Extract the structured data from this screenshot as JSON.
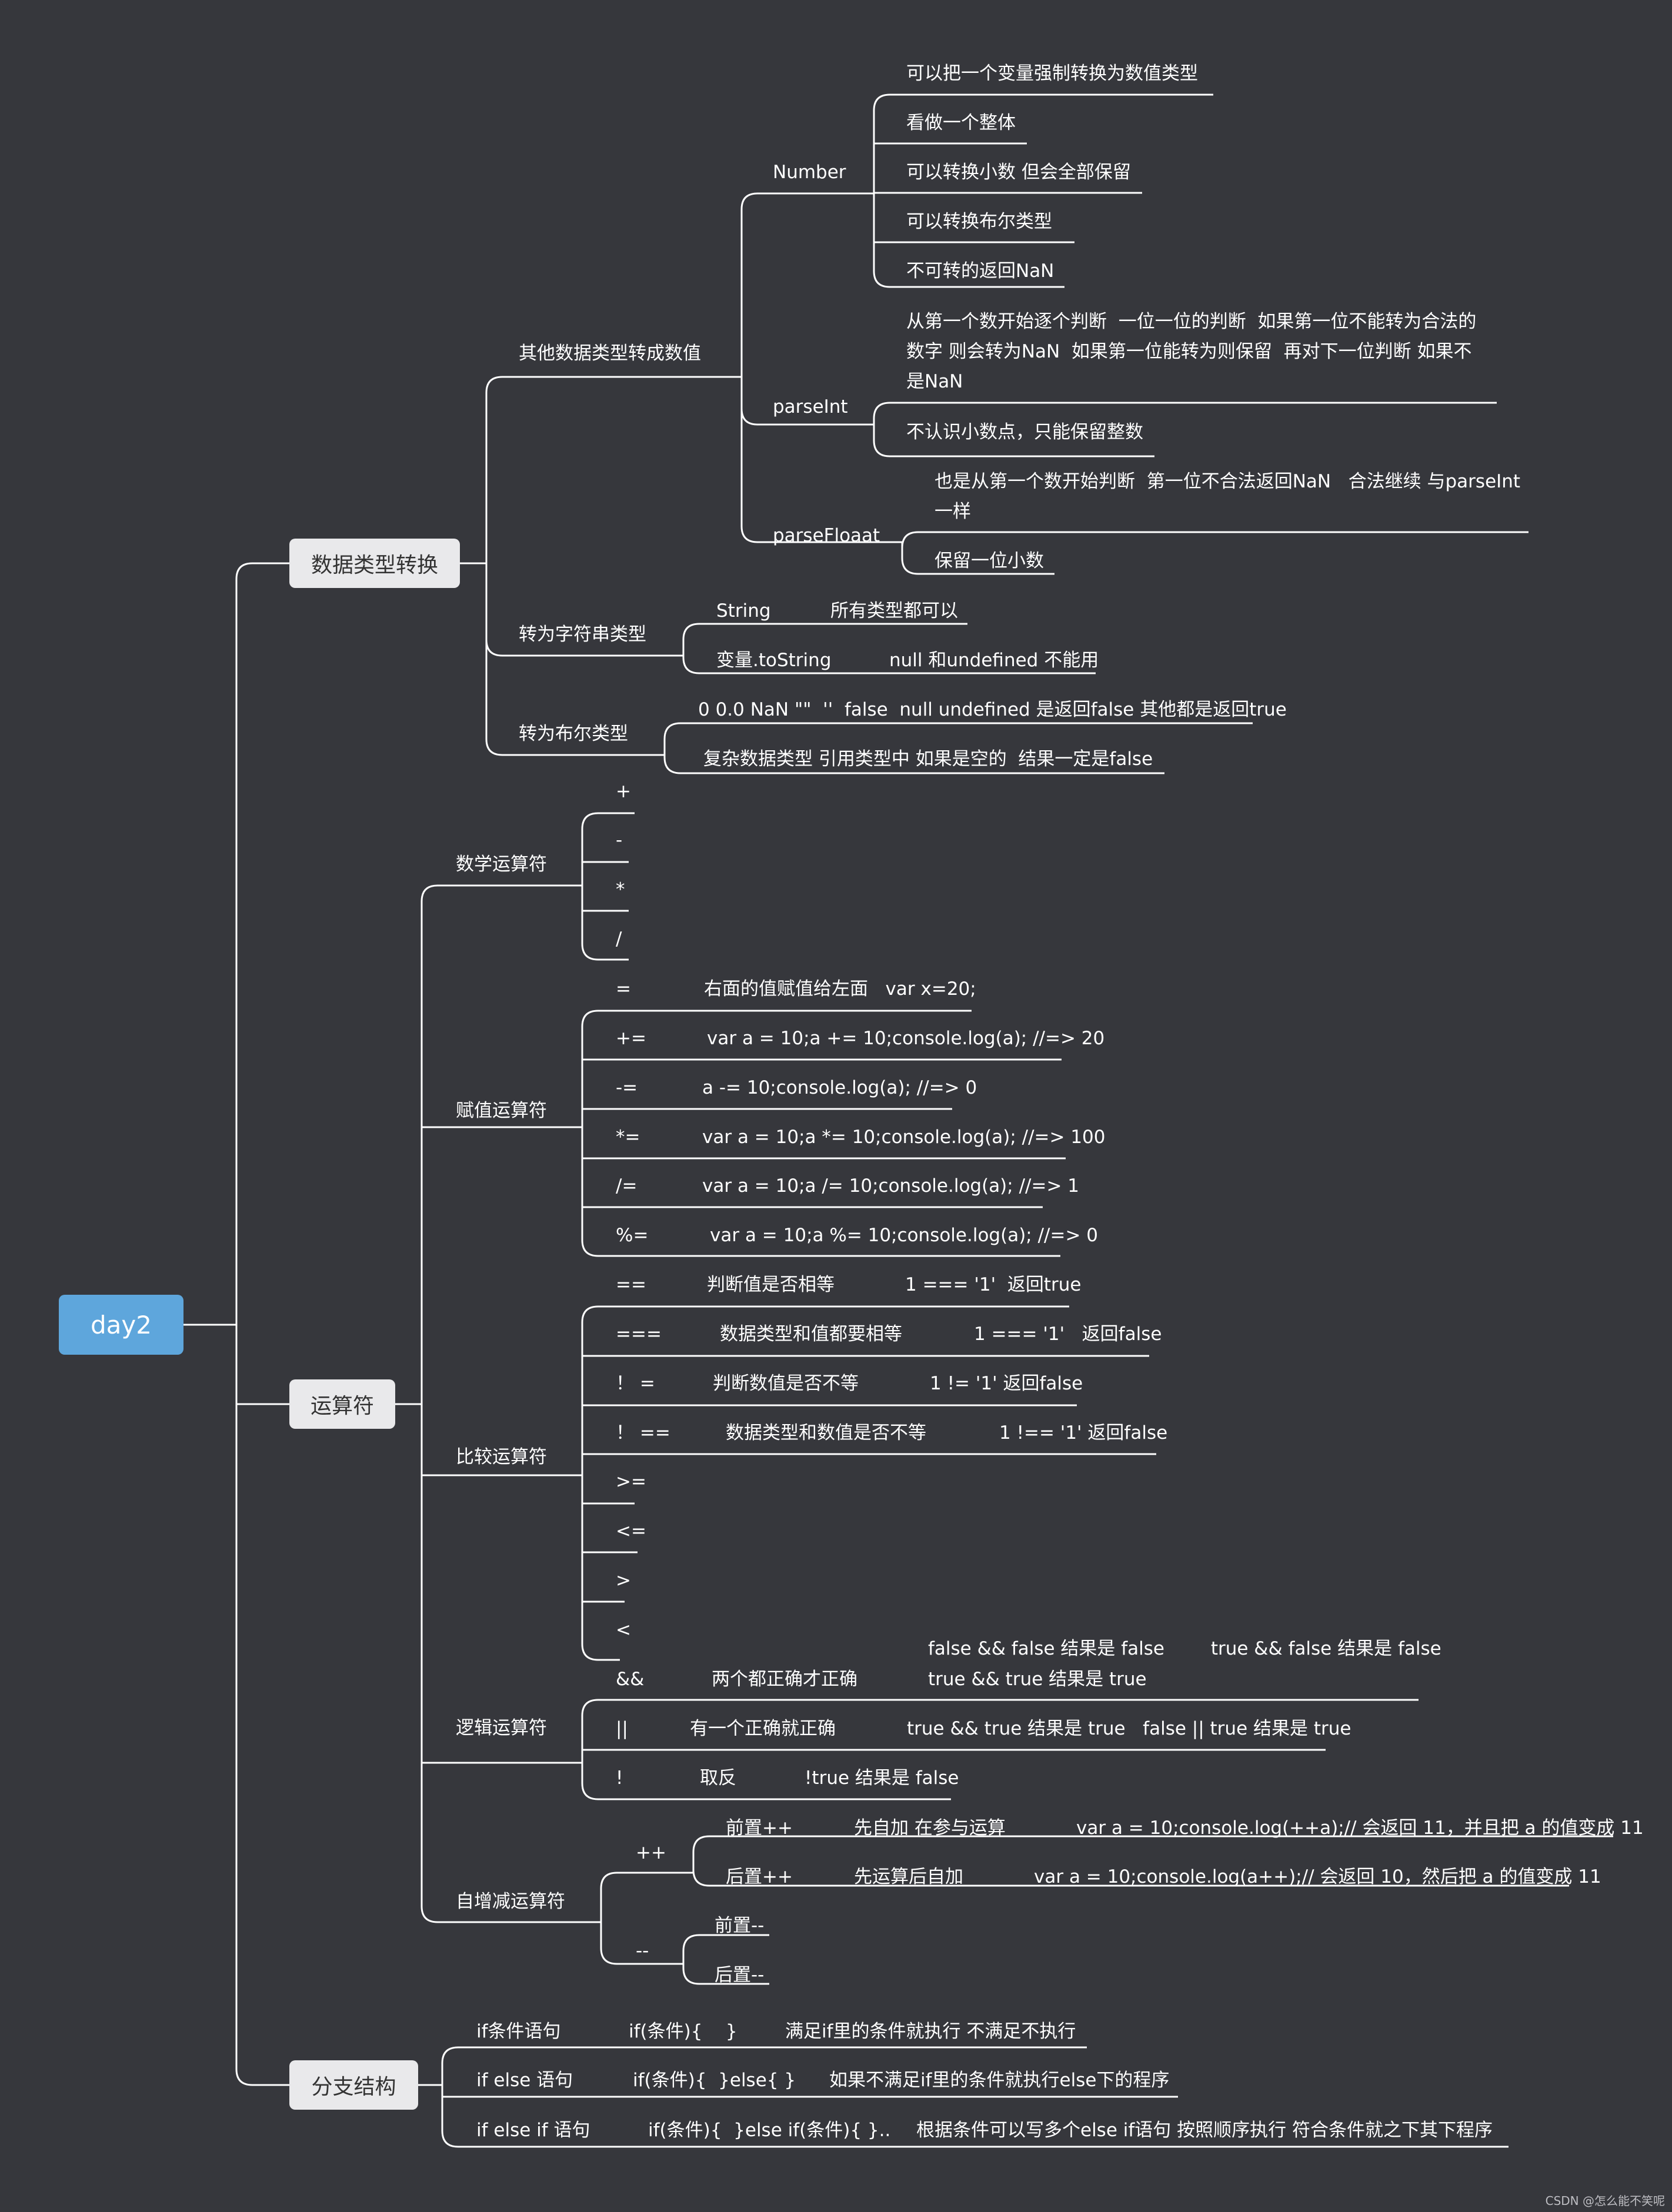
{
  "root": "day2",
  "branches": {
    "convert": "数据类型转换",
    "operators": "运算符",
    "branching": "分支结构"
  },
  "convert": {
    "to_number": "其他数据类型转成数值",
    "number": "Number",
    "number_items": [
      "可以把一个变量强制转换为数值类型",
      "看做一个整体",
      "可以转换小数 但会全部保留",
      "可以转换布尔类型",
      "不可转的返回NaN"
    ],
    "parseint": "parseInt",
    "parseint_lines": [
      "从第一个数开始逐个判断  一位一位的判断  如果第一位不能转为合法的",
      "数字 则会转为NaN  如果第一位能转为则保留  再对下一位判断 如果不",
      "是NaN"
    ],
    "parseint_item2": "不认识小数点，只能保留整数",
    "parsefloat": "parseFloaat",
    "parsefloat_lines": [
      "也是从第一个数开始判断  第一位不合法返回NaN   合法继续 与parseInt",
      "一样"
    ],
    "parsefloat_item2": "保留一位小数",
    "to_string": "转为字符串类型",
    "string_fn": "String",
    "string_desc": "所有类型都可以",
    "tostring_fn": "变量.toString",
    "tostring_desc": "null 和undefined 不能用",
    "to_bool": "转为布尔类型",
    "bool_item1": "0 0.0 NaN \"\"  ''  false  null undefined 是返回false 其他都是返回true",
    "bool_item2": "复杂数据类型 引用类型中 如果是空的  结果一定是false"
  },
  "operators": {
    "math": "数学运算符",
    "math_items": [
      "+",
      "-",
      "*",
      "/"
    ],
    "assign": "赋值运算符",
    "assign_items": [
      {
        "op": "=",
        "desc": "右面的值赋值给左面   var x=20;"
      },
      {
        "op": "+=",
        "desc": "var a = 10;a += 10;console.log(a); //=> 20"
      },
      {
        "op": "-=",
        "desc": "a -= 10;console.log(a); //=> 0"
      },
      {
        "op": "*=",
        "desc": "var a = 10;a *= 10;console.log(a); //=> 100"
      },
      {
        "op": "/=",
        "desc": "var a = 10;a /= 10;console.log(a); //=> 1"
      },
      {
        "op": "%=",
        "desc": "var a = 10;a %= 10;console.log(a); //=> 0"
      }
    ],
    "compare": "比较运算符",
    "compare_items": [
      {
        "op": "==",
        "desc": "判断值是否相等",
        "ex": "1 === '1'  返回true"
      },
      {
        "op": "===",
        "desc": "数据类型和值都要相等",
        "ex": "1 === '1'   返回false"
      },
      {
        "op": "！ =",
        "desc": "判断数值是否不等",
        "ex": "1 != '1' 返回false"
      },
      {
        "op": "！ ==",
        "desc": "数据类型和数值是否不等",
        "ex": "1 !== '1' 返回false"
      },
      {
        "op": ">=",
        "desc": "",
        "ex": ""
      },
      {
        "op": "<=",
        "desc": "",
        "ex": ""
      },
      {
        "op": ">",
        "desc": "",
        "ex": ""
      },
      {
        "op": "<",
        "desc": "",
        "ex": ""
      }
    ],
    "logic": "逻辑运算符",
    "logic_and": {
      "op": "&&",
      "desc": "两个都正确才正确",
      "ex_line1": "false && false 结果是 false        true && false 结果是 false",
      "ex_line2": "true && true 结果是 true"
    },
    "logic_or": {
      "op": "||",
      "desc": "有一个正确就正确",
      "ex": "true && true 结果是 true   false || true 结果是 true"
    },
    "logic_not": {
      "op": "!",
      "desc": "取反",
      "ex": "!true 结果是 false"
    },
    "incdec": "自增减运算符",
    "inc": "++",
    "pre_inc": {
      "label": "前置++",
      "desc": "先自加 在参与运算",
      "ex": "var a = 10;console.log(++a);// 会返回 11，并且把 a 的值变成 11"
    },
    "post_inc": {
      "label": "后置++",
      "desc": "先运算后自加",
      "ex": "var a = 10;console.log(a++);// 会返回 10，然后把 a 的值变成 11"
    },
    "dec": "--",
    "pre_dec": "前置--",
    "post_dec": "后置--"
  },
  "branching": [
    {
      "label": "if条件语句",
      "syntax": "if(条件){    }",
      "desc": "满足if里的条件就执行 不满足不执行"
    },
    {
      "label": "if else 语句",
      "syntax": "if(条件){  }else{ }",
      "desc": "如果不满足if里的条件就执行else下的程序"
    },
    {
      "label": "if else if 语句",
      "syntax": "if(条件){  }else if(条件){ }..",
      "desc": "根据条件可以写多个else if语句 按照顺序执行 符合条件就之下其下程序"
    }
  ],
  "watermark": "CSDN @怎么能不笑呢",
  "colors": {
    "background": "#36373c",
    "root": "#5ea6dc",
    "main_node": "#e9e9eb",
    "line": "#ffffff"
  }
}
